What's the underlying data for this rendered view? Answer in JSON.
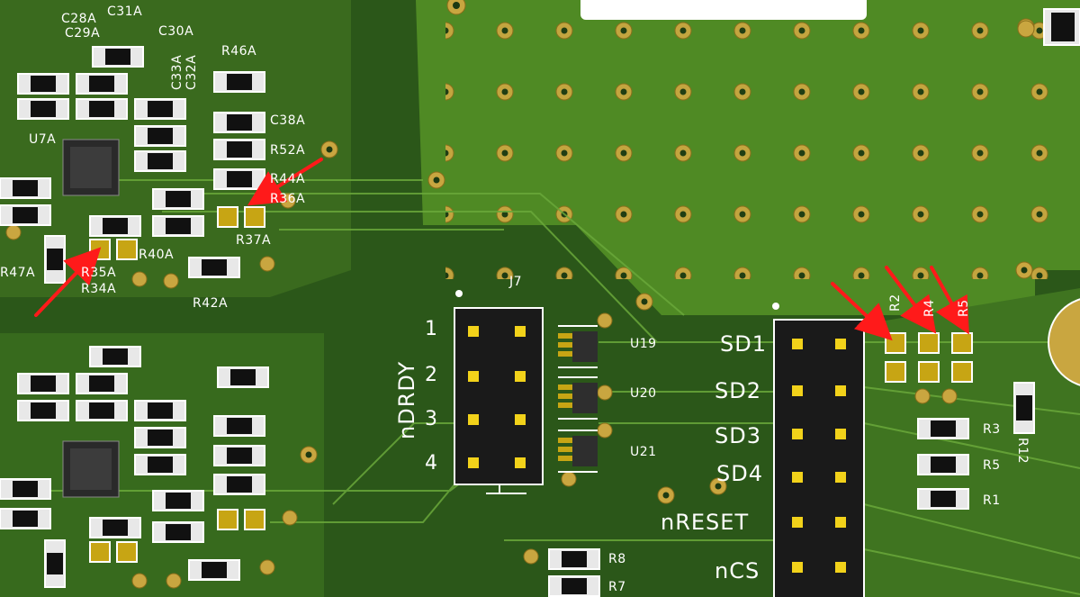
{
  "board": {
    "colors": {
      "board_dark": "#2b5719",
      "copper_pour": "#4f8a24",
      "silkscreen": "#ffffff",
      "pad_gold": "#c7a514",
      "via_gold": "#c9a640",
      "ic_body": "#3c3c3c",
      "arrow": "#ff1a1a"
    },
    "connectors": {
      "j7": {
        "ref": "J7",
        "side_label": "nDRDY",
        "pins": [
          "1",
          "2",
          "3",
          "4"
        ]
      },
      "sd_header": {
        "pins": [
          "SD1",
          "SD2",
          "SD3",
          "SD4",
          "nRESET",
          "nCS"
        ]
      }
    },
    "chips": [
      "U7A",
      "U19",
      "U20",
      "U21"
    ],
    "refs_left": [
      "C28A",
      "C31A",
      "C29A",
      "C30A",
      "C33A",
      "C32A",
      "R46A",
      "C38A",
      "R52A",
      "R44A",
      "R36A",
      "R37A",
      "R40A",
      "R35A",
      "R34A",
      "R47A",
      "R42A"
    ],
    "refs_right": [
      "R2",
      "R4",
      "R5",
      "R3",
      "R12",
      "R1",
      "R8",
      "R7"
    ],
    "annotations": [
      "red-arrow-r35a",
      "red-arrow-r37a",
      "red-arrow-r2",
      "red-arrow-r4",
      "red-arrow-r5"
    ]
  }
}
